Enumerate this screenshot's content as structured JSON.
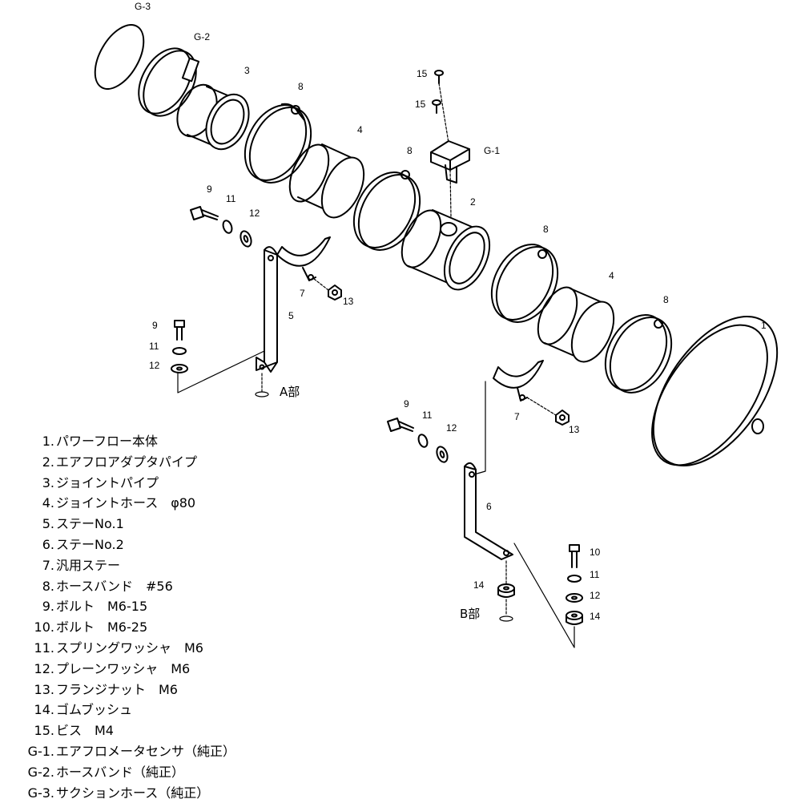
{
  "callouts": {
    "g3": "G-3",
    "g2": "G-2",
    "g1": "G-1",
    "n1": "1",
    "n2": "2",
    "n3": "3",
    "n4a": "4",
    "n4b": "4",
    "n5": "5",
    "n6": "6",
    "n7a": "7",
    "n7b": "7",
    "n8a": "8",
    "n8b": "8",
    "n8c": "8",
    "n8d": "8",
    "n9a": "9",
    "n9b": "9",
    "n9c": "9",
    "n10": "10",
    "n11a": "11",
    "n11b": "11",
    "n11c": "11",
    "n11d": "11",
    "n12a": "12",
    "n12b": "12",
    "n12c": "12",
    "n12d": "12",
    "n13a": "13",
    "n13b": "13",
    "n14a": "14",
    "n14b": "14",
    "n15a": "15",
    "n15b": "15"
  },
  "sections": {
    "a": "A部",
    "b": "B部"
  },
  "legend": [
    {
      "num": "1.",
      "text": "パワーフロー本体"
    },
    {
      "num": "2.",
      "text": "エアフロアダプタパイプ"
    },
    {
      "num": "3.",
      "text": "ジョイントパイプ"
    },
    {
      "num": "4.",
      "text": "ジョイントホース　φ80"
    },
    {
      "num": "5.",
      "text": "ステーNo.1"
    },
    {
      "num": "6.",
      "text": "ステーNo.2"
    },
    {
      "num": "7.",
      "text": "汎用ステー"
    },
    {
      "num": "8.",
      "text": "ホースバンド　#56"
    },
    {
      "num": "9.",
      "text": "ボルト　M6-15"
    },
    {
      "num": "10.",
      "text": "ボルト　M6-25"
    },
    {
      "num": "11.",
      "text": "スプリングワッシャ　M6"
    },
    {
      "num": "12.",
      "text": "プレーンワッシャ　M6"
    },
    {
      "num": "13.",
      "text": "フランジナット　M6"
    },
    {
      "num": "14.",
      "text": "ゴムブッシュ"
    },
    {
      "num": "15.",
      "text": "ビス　M4"
    },
    {
      "num": "G-1.",
      "text": "エアフロメータセンサ（純正）"
    },
    {
      "num": "G-2.",
      "text": "ホースバンド（純正）"
    },
    {
      "num": "G-3.",
      "text": "サクションホース（純正）"
    }
  ]
}
